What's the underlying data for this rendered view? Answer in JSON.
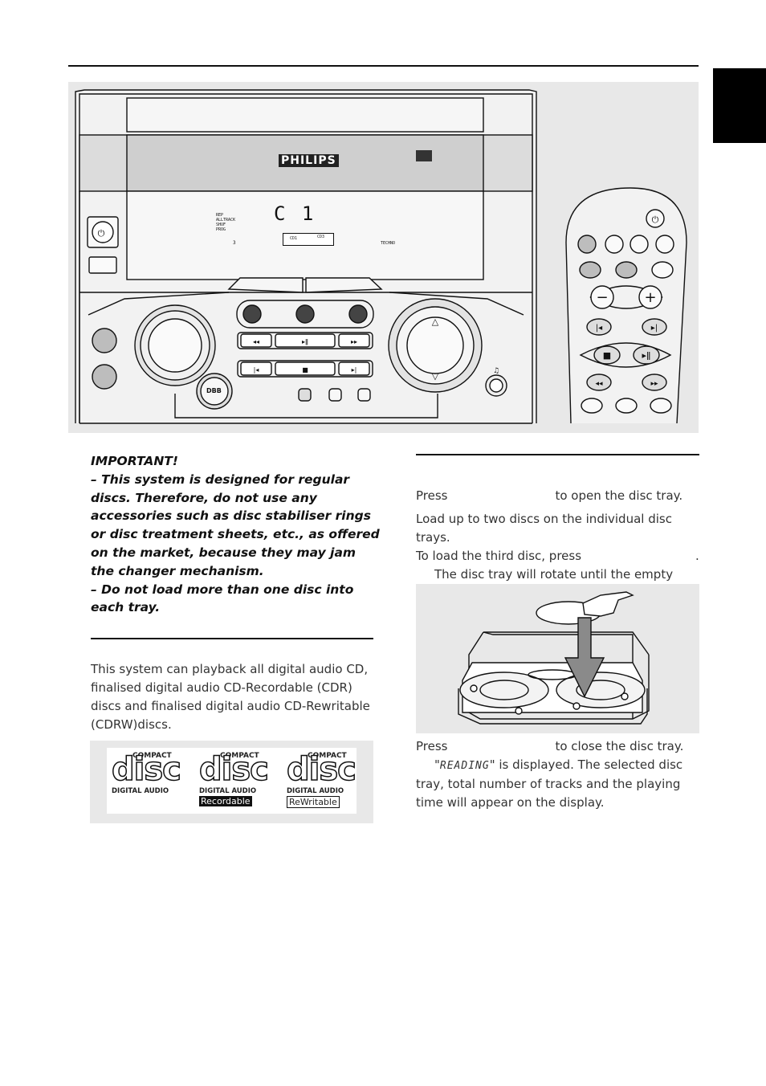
{
  "header": {},
  "device": {
    "brand": "PHILIPS",
    "display": {
      "indicators": [
        "REP",
        "ALLTRACK",
        "SHUF",
        "PROG"
      ],
      "digits": "C 1",
      "small_left": "3",
      "mode_right": "TECHNO",
      "cd_labels": [
        "CD1",
        "CD3"
      ]
    },
    "dbb_label": "DBB"
  },
  "important": {
    "heading": "IMPORTANT!",
    "line1": "–  This system is designed for regular discs. Therefore, do not use any accessories such as disc stabiliser rings or disc treatment sheets, etc., as offered on the market, because they may jam the changer mechanism.",
    "line2": "–  Do not load more than one disc into each tray."
  },
  "playable": {
    "text": "This system can playback all digital audio CD, finalised digital audio CD-Recordable (CDR) discs and finalised digital audio CD-Rewritable (CDRW)discs."
  },
  "logos": [
    {
      "top": "COMPACT",
      "main": "disc",
      "sub": "DIGITAL AUDIO",
      "tag": ""
    },
    {
      "top": "COMPACT",
      "main": "disc",
      "sub": "DIGITAL AUDIO",
      "tag": "Recordable"
    },
    {
      "top": "COMPACT",
      "main": "disc",
      "sub": "DIGITAL AUDIO",
      "tag": "ReWritable"
    }
  ],
  "loading": {
    "step1_a": "Press",
    "step1_b": "to open the disc tray.",
    "step2_a": "Load up to two discs on the individual disc trays.",
    "step2_b": "To load the third disc, press",
    "step2_c": ".",
    "step2_d": "The disc tray will rotate until the empty tray is ready for loading.",
    "step3_a": "Press",
    "step3_b": "to close the disc tray.",
    "step3_c_q1": "\"",
    "step3_c_reading": "READING",
    "step3_c_rest": "\" is displayed. The selected disc tray, total number of tracks and the playing time will appear on the display."
  },
  "colors": {
    "panel": "#e8e8e8",
    "tab": "#000000",
    "rule": "#111111"
  }
}
